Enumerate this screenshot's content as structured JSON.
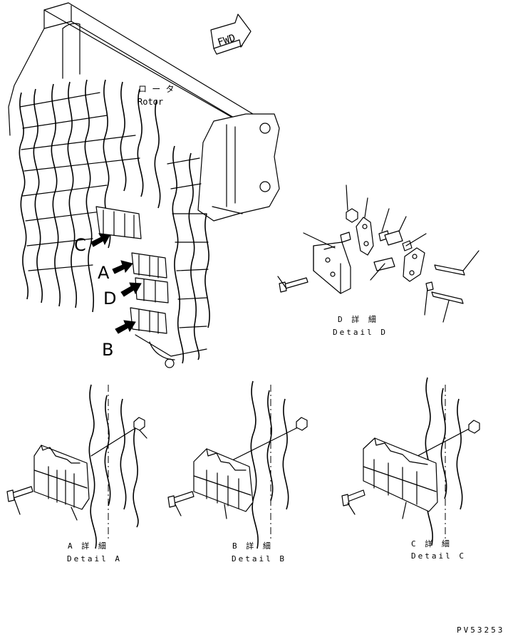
{
  "fwd_label": "FWD",
  "rotor": {
    "jp": "ロ ー タ",
    "en": "Rotor"
  },
  "callouts": {
    "a": "A",
    "b": "B",
    "c": "C",
    "d": "D"
  },
  "details": {
    "d": {
      "jp": "D 詳 細",
      "en": "Detail D"
    },
    "a": {
      "jp": "A 詳 細",
      "en": "Detail A"
    },
    "b": {
      "jp": "B 詳 細",
      "en": "Detail B"
    },
    "c": {
      "jp": "C 詳 細",
      "en": "Detail C"
    }
  },
  "part_code": "PV53253"
}
